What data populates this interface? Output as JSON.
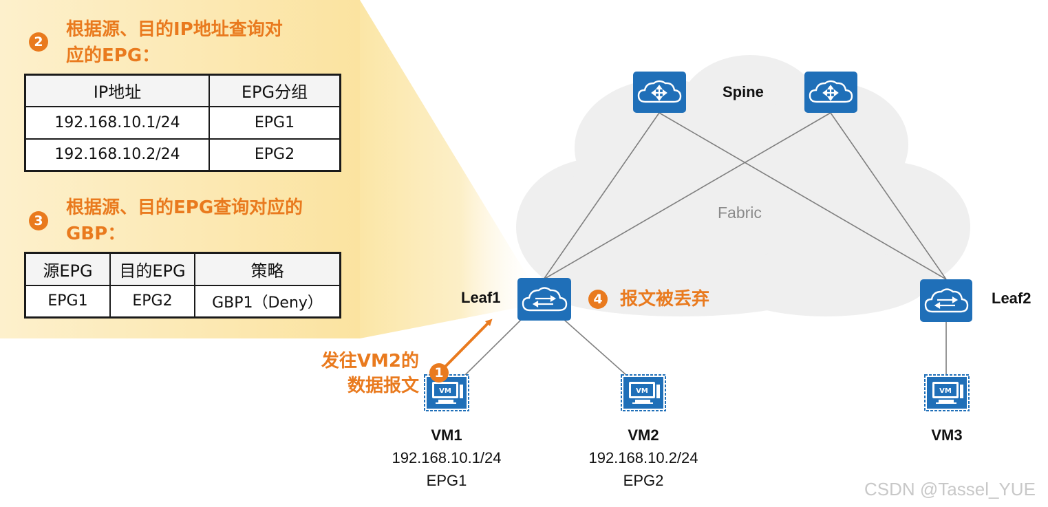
{
  "panel": {
    "step2": {
      "badge": "2",
      "text_line1": "根据源、目的IP地址查询对",
      "text_line2": "应的EPG："
    },
    "ip_table": {
      "headers": [
        "IP地址",
        "EPG分组"
      ],
      "rows": [
        [
          "192.168.10.1/24",
          "EPG1"
        ],
        [
          "192.168.10.2/24",
          "EPG2"
        ]
      ]
    },
    "step3": {
      "badge": "3",
      "text_line1": "根据源、目的EPG查询对应的",
      "text_line2": "GBP："
    },
    "gbp_table": {
      "headers": [
        "源EPG",
        "目的EPG",
        "策略"
      ],
      "rows": [
        [
          "EPG1",
          "EPG2",
          "GBP1（Deny）"
        ]
      ]
    }
  },
  "topology": {
    "fabric_label": "Fabric",
    "spine_label": "Spine",
    "leaf1_label": "Leaf1",
    "leaf2_label": "Leaf2",
    "step1": {
      "badge": "1",
      "text_line1": "发往VM2的",
      "text_line2": "数据报文"
    },
    "step4": {
      "badge": "4",
      "text": "报文被丢弃"
    },
    "vm_icon_text": "VM",
    "vms": [
      {
        "name": "VM1",
        "ip": "192.168.10.1/24",
        "epg": "EPG1"
      },
      {
        "name": "VM2",
        "ip": "192.168.10.2/24",
        "epg": "EPG2"
      },
      {
        "name": "VM3"
      }
    ]
  },
  "watermark": "CSDN @Tassel_YUE",
  "colors": {
    "accent_orange": "#E97A1E",
    "device_blue": "#1F6FB8",
    "panel_yellow": "#FBE6A6",
    "cloud_gray": "#EFEFEF"
  },
  "icons": {
    "spine": "router-cloud-icon",
    "leaf": "switch-cloud-icon",
    "vm": "vm-monitor-icon"
  }
}
